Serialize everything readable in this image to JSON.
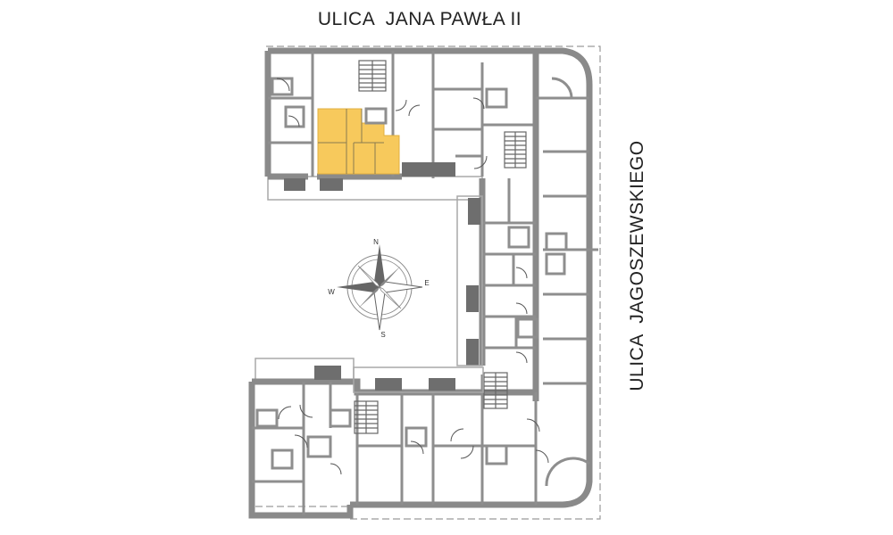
{
  "streets": {
    "top": "ULICA  JANA PAWŁA II",
    "right": "ULICA  JAGOSZEWSKIEGO"
  },
  "compass": {
    "north": "N",
    "south": "S",
    "east": "E",
    "west": "W"
  },
  "colors": {
    "highlight_unit": "#f7c95c",
    "walls": "#8a8a8a"
  }
}
